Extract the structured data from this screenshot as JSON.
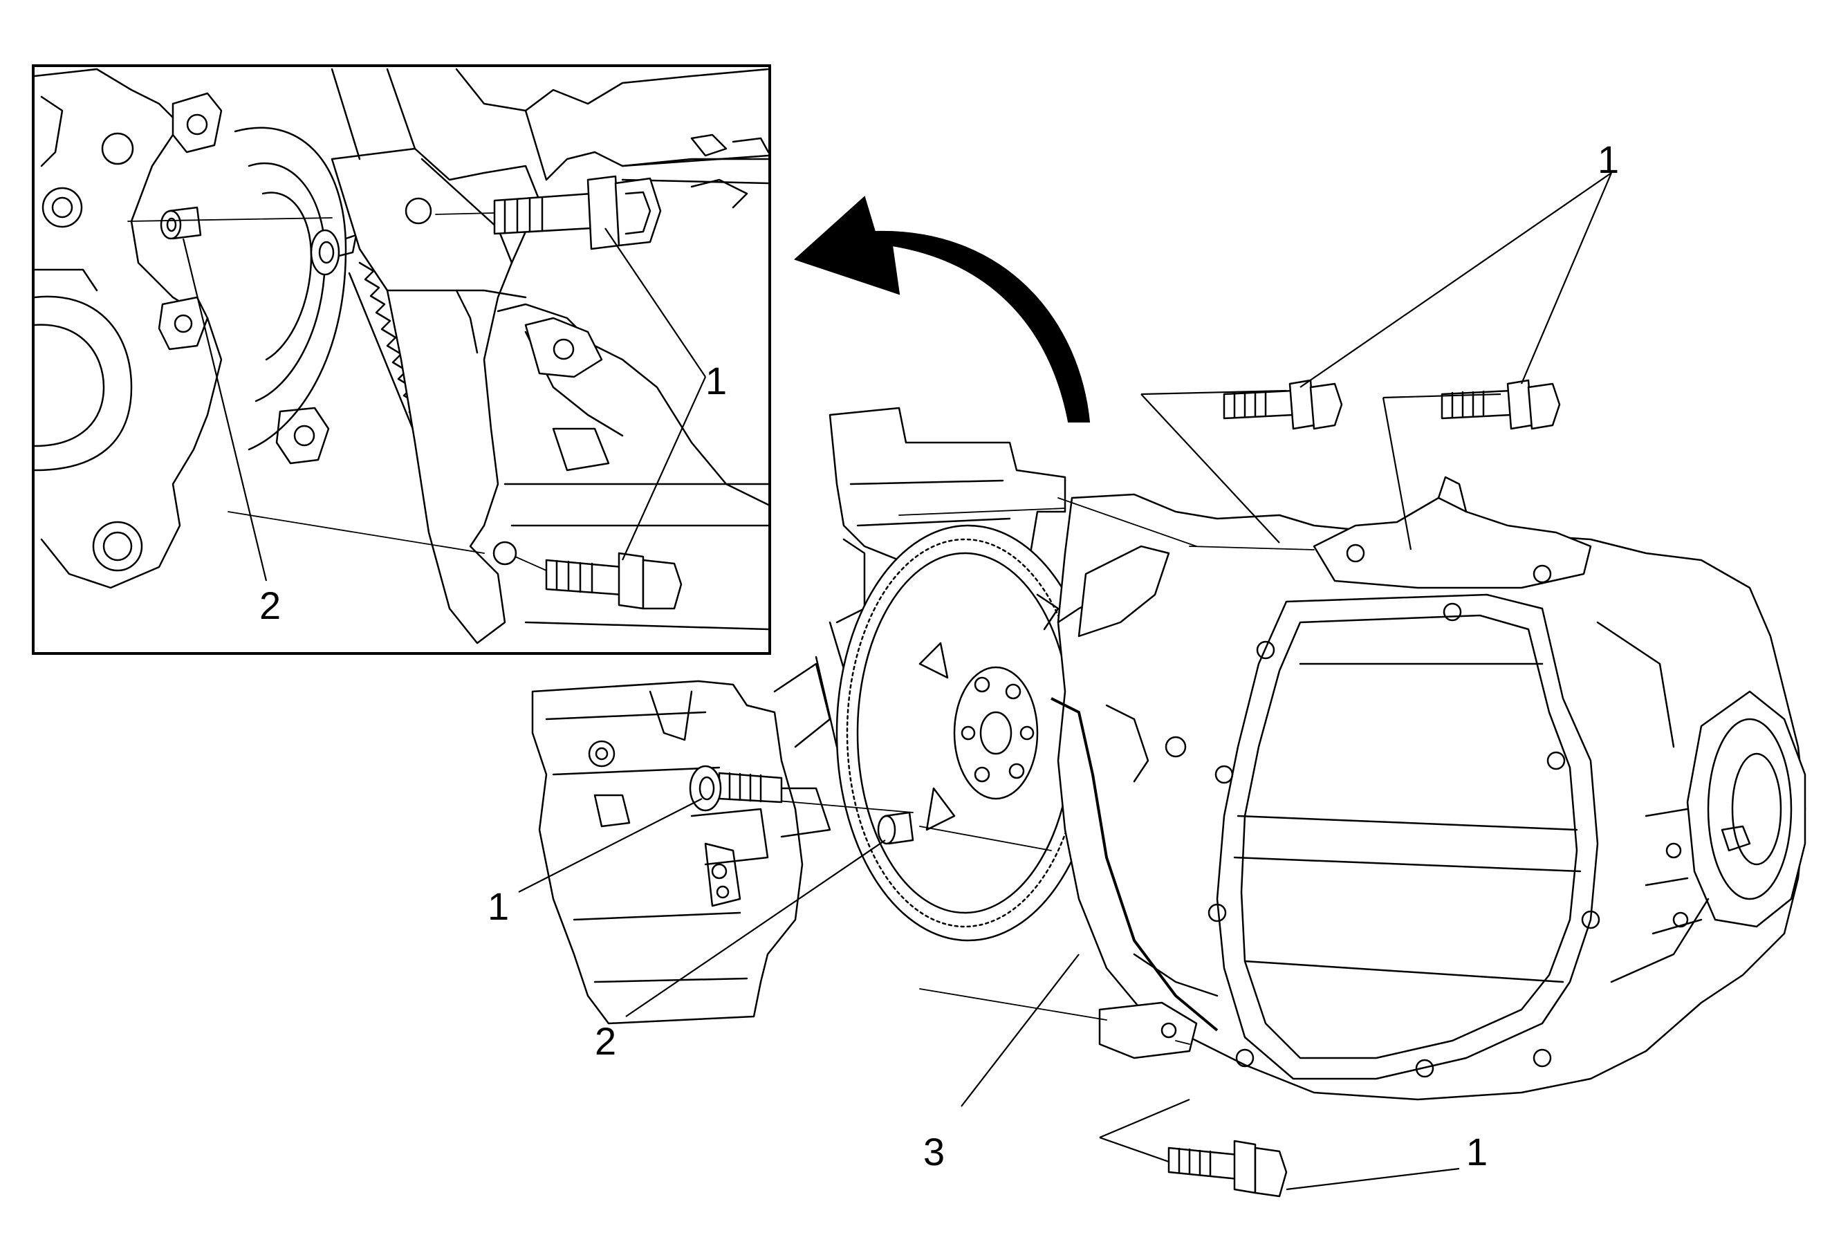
{
  "figure": {
    "callouts": {
      "bolt_label": "1",
      "dowel_label": "2",
      "transaxle_label": "3"
    }
  }
}
